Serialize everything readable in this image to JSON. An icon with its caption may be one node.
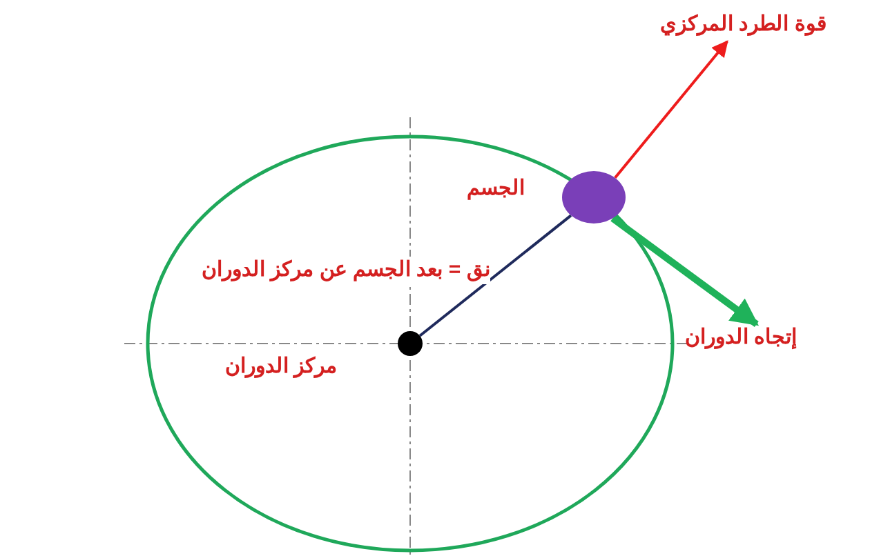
{
  "diagram": {
    "nodes": [
      {
        "text": [],
        "shape": "circle",
        "beside": [
          "الجسم"
        ]
      },
      {
        "text": [],
        "shape": "circle",
        "beside": [
          "مركز الدوران"
        ]
      },
      {
        "text": [
          "قوة الطرد المركزي"
        ]
      },
      {
        "text": [
          "إتجاه الدوران"
        ]
      }
    ],
    "edges": [
      {
        "from": 1,
        "to": 0,
        "arrow": "none",
        "color": "#1f2a5c",
        "label": "نق = بعد الجسم عن مركز الدوران"
      },
      {
        "from": 0,
        "to": 2,
        "arrow": "to",
        "color": "#ee1c1c"
      },
      {
        "from": 0,
        "to": 3,
        "arrow": "to",
        "color": "#1fb25a",
        "style": "thick"
      }
    ]
  }
}
